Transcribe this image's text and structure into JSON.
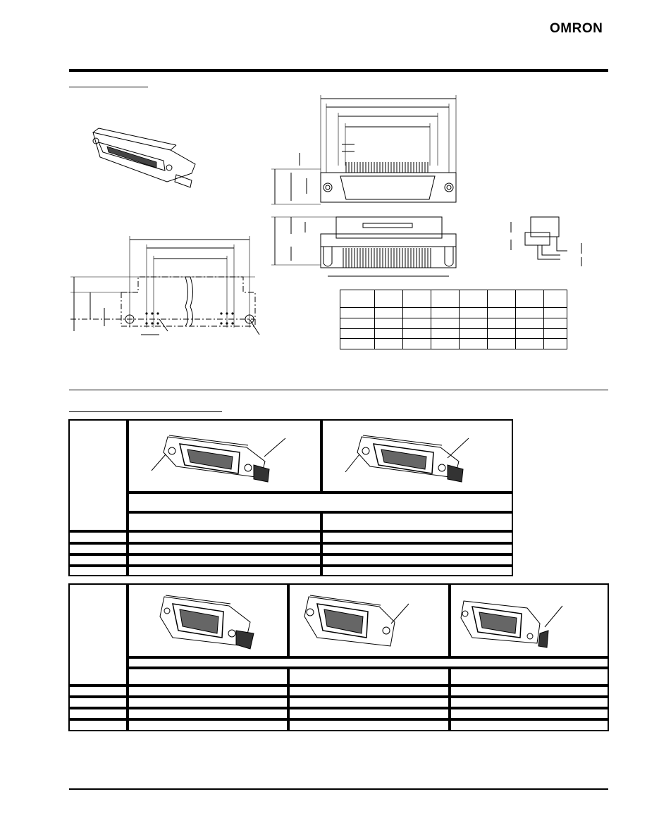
{
  "brand": {
    "logo_text": "OMRON"
  },
  "dimension_table": {
    "rows": 5,
    "cols": 8
  },
  "selection_table_1": {
    "product_columns": 2,
    "data_rows": 4
  },
  "selection_table_2": {
    "product_columns": 3,
    "data_rows": 4
  }
}
